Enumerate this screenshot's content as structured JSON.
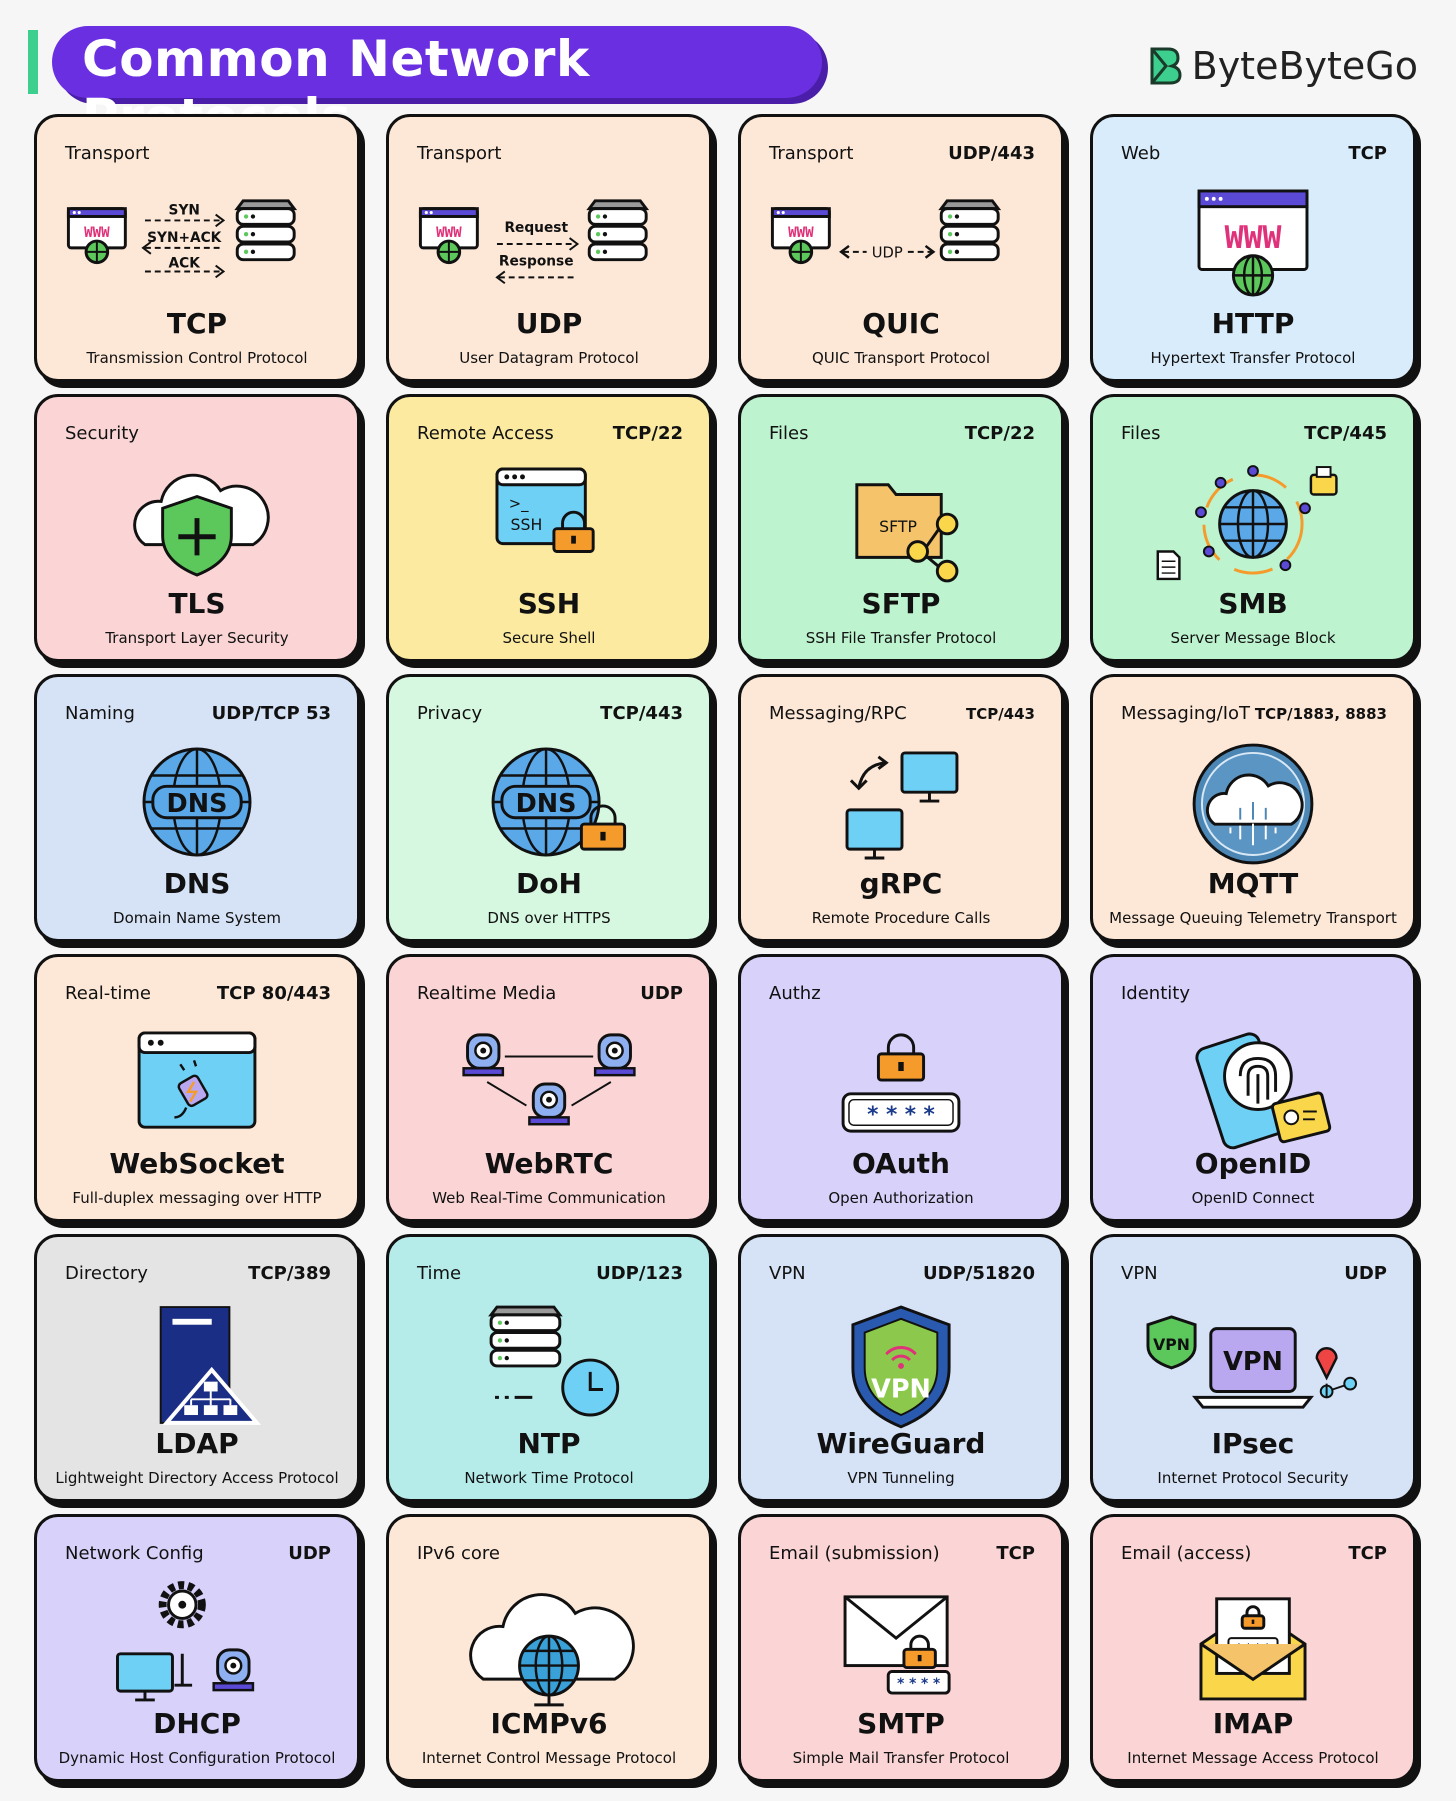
{
  "header": {
    "title": "Common Network Protocols",
    "brand": "ByteByteGo"
  },
  "cards": [
    {
      "cat": "Transport",
      "port": "",
      "name": "TCP",
      "full": "Transmission Control Protocol",
      "bg": "#fde8d8",
      "icon": "tcp-handshake-icon",
      "labels": [
        "SYN",
        "SYN+ACK",
        "ACK"
      ]
    },
    {
      "cat": "Transport",
      "port": "",
      "name": "UDP",
      "full": "User Datagram Protocol",
      "bg": "#fde8d8",
      "icon": "udp-request-icon",
      "labels": [
        "Request",
        "Response"
      ]
    },
    {
      "cat": "Transport",
      "port": "UDP/443",
      "name": "QUIC",
      "full": "QUIC Transport Protocol",
      "bg": "#fde8d8",
      "icon": "quic-icon",
      "labels": [
        "UDP"
      ]
    },
    {
      "cat": "Web",
      "port": "TCP",
      "name": "HTTP",
      "full": "Hypertext Transfer Protocol",
      "bg": "#d9ecfb",
      "icon": "www-browser-icon"
    },
    {
      "cat": "Security",
      "port": "",
      "name": "TLS",
      "full": "Transport Layer Security",
      "bg": "#fbd5d5",
      "icon": "cloud-shield-icon"
    },
    {
      "cat": "Remote Access",
      "port": "TCP/22",
      "name": "SSH",
      "full": "Secure Shell",
      "bg": "#fbeaa0",
      "icon": "terminal-lock-icon",
      "labels": [
        ">_",
        "SSH"
      ]
    },
    {
      "cat": "Files",
      "port": "TCP/22",
      "name": "SFTP",
      "full": "SSH File Transfer Protocol",
      "bg": "#bdf3cf",
      "icon": "folder-share-icon",
      "labels": [
        "SFTP"
      ]
    },
    {
      "cat": "Files",
      "port": "TCP/445",
      "name": "SMB",
      "full": "Server Message Block",
      "bg": "#bdf3cf",
      "icon": "globe-network-icon"
    },
    {
      "cat": "Naming",
      "port": "UDP/TCP 53",
      "name": "DNS",
      "full": "Domain Name System",
      "bg": "#d6e2f6",
      "icon": "dns-globe-icon",
      "labels": [
        "DNS"
      ]
    },
    {
      "cat": "Privacy",
      "port": "TCP/443",
      "name": "DoH",
      "full": "DNS over HTTPS",
      "bg": "#d6f7e0",
      "icon": "dns-lock-icon",
      "labels": [
        "DNS"
      ]
    },
    {
      "cat": "Messaging/RPC",
      "port": "TCP/443",
      "name": "gRPC",
      "full": "Remote Procedure Calls",
      "bg": "#fde8d8",
      "icon": "monitors-sync-icon",
      "small": true
    },
    {
      "cat": "Messaging/IoT",
      "port": "TCP/1883, 8883",
      "name": "MQTT",
      "full": "Message Queuing Telemetry Transport",
      "bg": "#fde8d8",
      "icon": "iot-cloud-icon",
      "small": true
    },
    {
      "cat": "Real-time",
      "port": "TCP 80/443",
      "name": "WebSocket",
      "full": "Full-duplex messaging over HTTP",
      "bg": "#fde8d8",
      "icon": "window-plug-icon"
    },
    {
      "cat": "Realtime Media",
      "port": "UDP",
      "name": "WebRTC",
      "full": "Web Real-Time Communication",
      "bg": "#fbd5d5",
      "icon": "webcams-icon"
    },
    {
      "cat": "Authz",
      "port": "",
      "name": "OAuth",
      "full": "Open Authorization",
      "bg": "#d8d2fb",
      "icon": "lock-password-icon",
      "labels": [
        "* * * *"
      ]
    },
    {
      "cat": "Identity",
      "port": "",
      "name": "OpenID",
      "full": "OpenID Connect",
      "bg": "#d8d2fb",
      "icon": "fingerprint-phone-icon"
    },
    {
      "cat": "Directory",
      "port": "TCP/389",
      "name": "LDAP",
      "full": "Lightweight Directory Access Protocol",
      "bg": "#e4e4e4",
      "icon": "directory-server-icon"
    },
    {
      "cat": "Time",
      "port": "UDP/123",
      "name": "NTP",
      "full": "Network Time Protocol",
      "bg": "#b5ecea",
      "icon": "server-clock-icon"
    },
    {
      "cat": "VPN",
      "port": "UDP/51820",
      "name": "WireGuard",
      "full": "VPN Tunneling",
      "bg": "#d6e2f6",
      "icon": "vpn-shield-icon",
      "labels": [
        "VPN"
      ]
    },
    {
      "cat": "VPN",
      "port": "UDP",
      "name": "IPsec",
      "full": "Internet Protocol Security",
      "bg": "#d6e2f6",
      "icon": "vpn-laptop-icon",
      "labels": [
        "VPN",
        "VPN"
      ]
    },
    {
      "cat": "Network Config",
      "port": "UDP",
      "name": "DHCP",
      "full": "Dynamic Host Configuration Protocol",
      "bg": "#d8d2fb",
      "icon": "gear-devices-icon"
    },
    {
      "cat": "IPv6 core",
      "port": "",
      "name": "ICMPv6",
      "full": "Internet Control Message Protocol",
      "bg": "#fde8d8",
      "icon": "cloud-globe-icon"
    },
    {
      "cat": "Email (submission)",
      "port": "TCP",
      "name": "SMTP",
      "full": "Simple Mail Transfer Protocol",
      "bg": "#fbd5d5",
      "icon": "envelope-lock-icon",
      "labels": [
        "* * * *"
      ]
    },
    {
      "cat": "Email (access)",
      "port": "TCP",
      "name": "IMAP",
      "full": "Internet Message Access Protocol",
      "bg": "#fbd5d5",
      "icon": "open-envelope-icon",
      "labels": [
        "* * * *"
      ]
    }
  ],
  "colors": {
    "title_bg": "#6a2fe0",
    "accent": "#3ccf8e",
    "border": "#111111"
  }
}
